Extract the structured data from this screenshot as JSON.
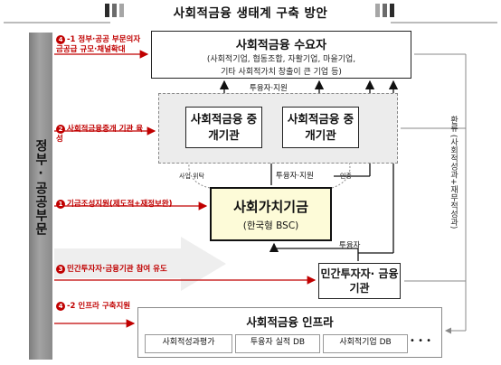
{
  "title": "사회적금융 생태계 구축 방안",
  "government": "정부·공공부문",
  "demand": {
    "title": "사회적금융 수요자",
    "line1": "(사회적기업, 협동조합, 자활기업, 마을기업,",
    "line2": "기타 사회적가치 창출이 큰 기업 등)"
  },
  "intermediary1": "사회적금융 중개기관",
  "intermediary2": "사회적금융 중개기관",
  "svf": {
    "title": "사회가치기금",
    "sub": "(한국형 BSC)"
  },
  "private": "민간투자자· 금융기관",
  "infra": {
    "title": "사회적금융 인프라",
    "items": [
      "사회적성과평가",
      "투융자 실적 DB",
      "사회적기업 DB"
    ],
    "ellipsis": "• • •"
  },
  "flow_labels": {
    "invest_loan_top": "투융자·지원",
    "invest_loan_mid": "투융자·지원",
    "invest_loan_bottom": "투융자",
    "business_commission": "사업 위탁",
    "certification": "인증"
  },
  "return_label": "환류 (사회적성과+재무적성과)",
  "policies": [
    {
      "num": "4",
      "text": "-1 정부·공공 부문의자금공급 규모·채널확대"
    },
    {
      "num": "2",
      "text": "사회적금융중개 기관 육성"
    },
    {
      "num": "1",
      "text": "기금조성지원(제도적+재정보완)"
    },
    {
      "num": "3",
      "text": "민간투자자·금융기관 참여 유도"
    },
    {
      "num": "4",
      "text": "-2 인프라 구축지원"
    }
  ],
  "colors": {
    "red": "#c00000",
    "svf_fill": "#fdfbd8",
    "gov_bar": "#8a8a8a",
    "dash_fill": "#ececec"
  }
}
